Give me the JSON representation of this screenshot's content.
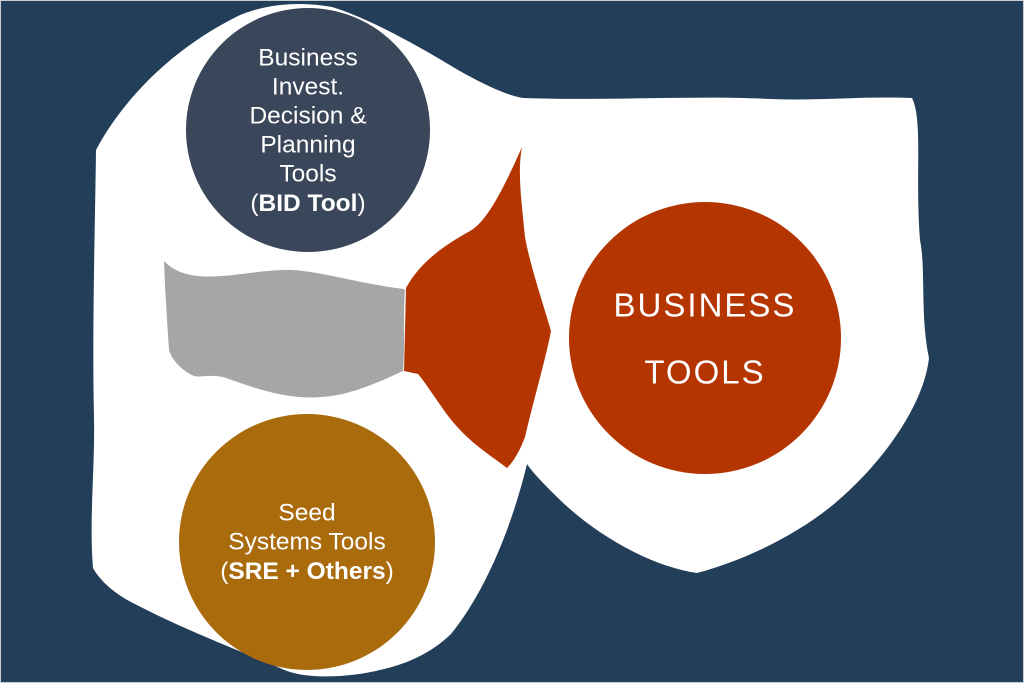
{
  "diagram": {
    "colors": {
      "background": "#223e59",
      "canvas": "#ffffff",
      "bid_circle": "#3a4659",
      "seed_circle": "#aa6b0d",
      "business_circle": "#b53501",
      "connector_shaft": "#a6a6a6",
      "connector_head": "#b53501",
      "text": "#ffffff"
    },
    "bid_circle": {
      "line1": "Business",
      "line2": "Invest.",
      "line3": "Decision &",
      "line4": "Planning",
      "line5": "Tools",
      "paren_open": "(",
      "bold_text": "BID Tool",
      "paren_close": ")"
    },
    "seed_circle": {
      "line1": "Seed",
      "line2": "Systems Tools",
      "paren_open": "(",
      "bold_text": "SRE + Others",
      "paren_close": ")"
    },
    "business_circle": {
      "line1": "BUSINESS",
      "line2": "TOOLS"
    }
  }
}
